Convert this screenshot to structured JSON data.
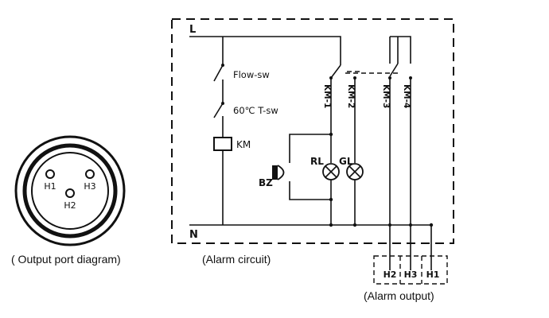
{
  "connector": {
    "pins": [
      "H1",
      "H3",
      "H2"
    ],
    "caption": "( Output port diagram)"
  },
  "circuit": {
    "line_label": "L",
    "neutral_label": "N",
    "flow_switch": "Flow-sw",
    "temp_switch": "60℃ T-sw",
    "coil": "KM",
    "buzzer": "BZ",
    "red_lamp": "RL",
    "green_lamp": "GL",
    "contacts": [
      "KM-1",
      "KM-2",
      "KM-3",
      "KM-4"
    ],
    "caption": "(Alarm circuit)"
  },
  "output": {
    "terminals": [
      "H2",
      "H3",
      "H1"
    ],
    "caption": "(Alarm output)"
  }
}
